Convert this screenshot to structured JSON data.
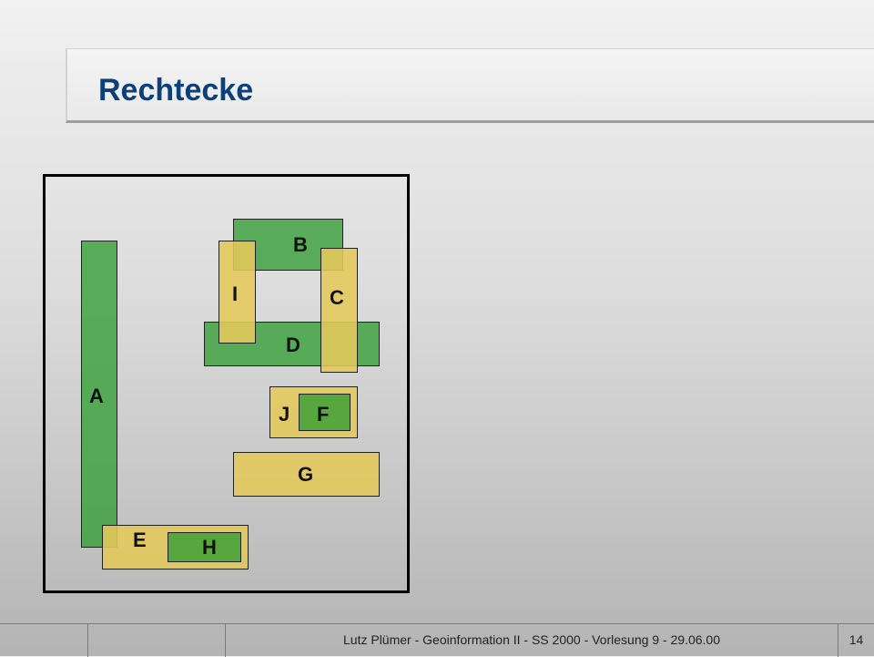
{
  "slide": {
    "title": "Rechtecke"
  },
  "diagram": {
    "rectangles": [
      {
        "name": "A",
        "fill": "green"
      },
      {
        "name": "B",
        "fill": "green"
      },
      {
        "name": "C",
        "fill": "yellow"
      },
      {
        "name": "D",
        "fill": "green"
      },
      {
        "name": "E",
        "fill": "yellow"
      },
      {
        "name": "F",
        "fill": "green"
      },
      {
        "name": "G",
        "fill": "yellow"
      },
      {
        "name": "H",
        "fill": "green"
      },
      {
        "name": "I",
        "fill": "yellow"
      },
      {
        "name": "J",
        "fill": "yellow"
      }
    ],
    "colors": {
      "green": "#3aa03c",
      "yellow": "#e4c85a"
    }
  },
  "footer": {
    "text": "Lutz Plümer - Geoinformation II - SS 2000 - Vorlesung 9 - 29.06.00",
    "page": "14"
  }
}
